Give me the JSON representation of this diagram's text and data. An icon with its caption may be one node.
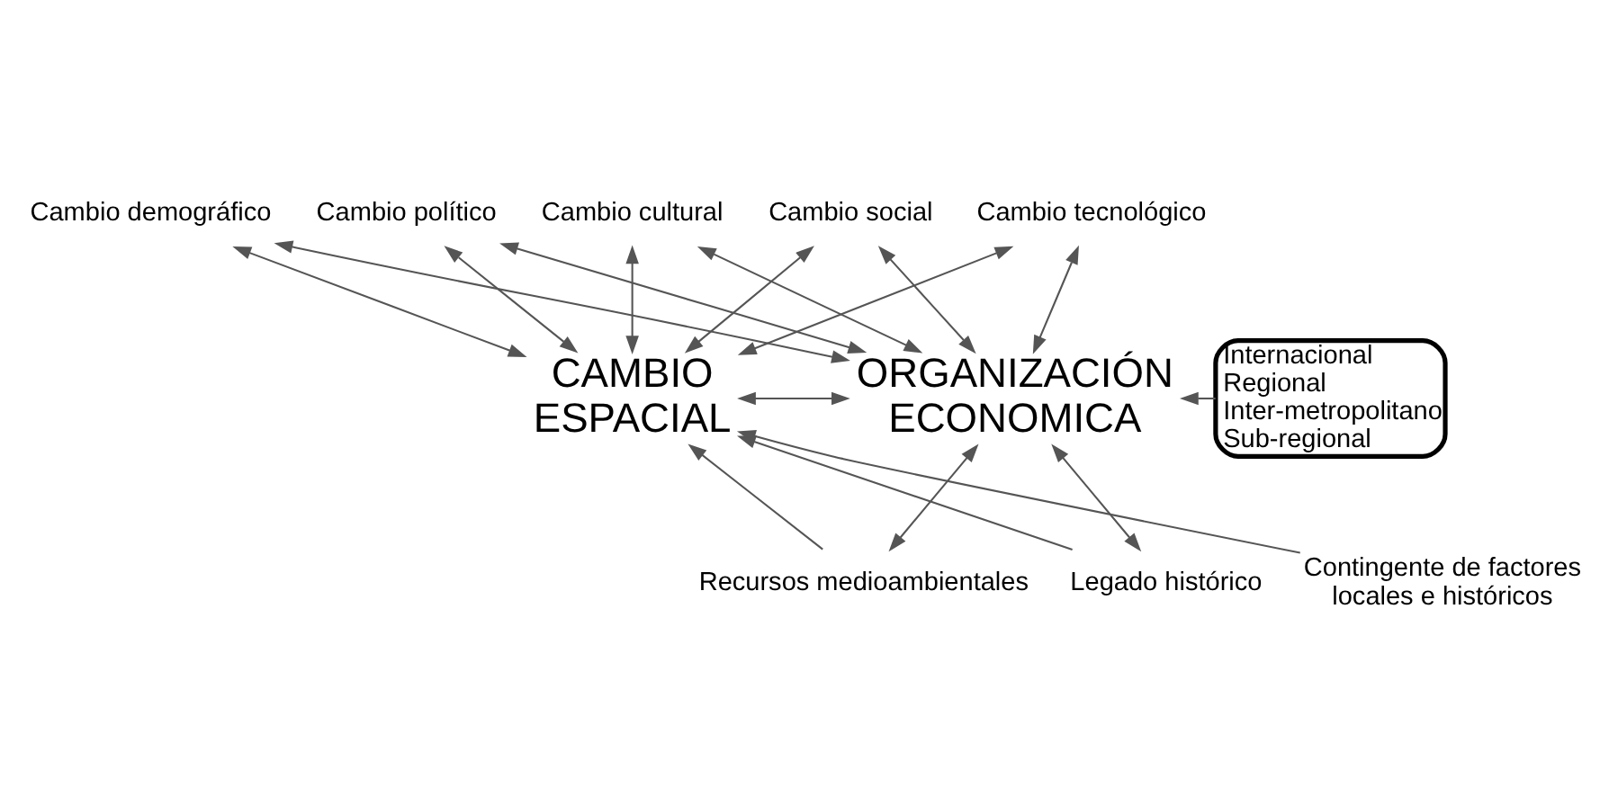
{
  "diagram": {
    "nodes": [
      {
        "text": [
          "Cambio demográfico"
        ]
      },
      {
        "text": [
          "Cambio político"
        ]
      },
      {
        "text": [
          "Cambio cultural"
        ]
      },
      {
        "text": [
          "Cambio social"
        ]
      },
      {
        "text": [
          "Cambio tecnológico"
        ]
      },
      {
        "text": [
          "ORGANIZACIÓN ECONOMICA"
        ]
      },
      {
        "text": [
          "CAMBIO ESPACIAL"
        ]
      },
      {
        "text": [
          "Internacional",
          "Regional",
          "Inter-metropolitano",
          "Sub-regional"
        ]
      },
      {
        "text": [
          "Recursos medioambientales"
        ]
      },
      {
        "text": [
          "Legado histórico"
        ]
      },
      {
        "text": [
          "Contingente de factores locales e históricos"
        ]
      }
    ],
    "edges": [
      {
        "from": 5,
        "to": 0,
        "arrow": "both"
      },
      {
        "from": 5,
        "to": 1,
        "arrow": "both"
      },
      {
        "from": 5,
        "to": 2,
        "arrow": "both"
      },
      {
        "from": 5,
        "to": 3,
        "arrow": "both"
      },
      {
        "from": 5,
        "to": 4,
        "arrow": "both"
      },
      {
        "from": 0,
        "to": 6,
        "arrow": "both"
      },
      {
        "from": 1,
        "to": 6,
        "arrow": "both"
      },
      {
        "from": 2,
        "to": 6,
        "arrow": "both"
      },
      {
        "from": 3,
        "to": 6,
        "arrow": "both"
      },
      {
        "from": 4,
        "to": 6,
        "arrow": "both"
      },
      {
        "from": 5,
        "to": 6,
        "arrow": "both"
      },
      {
        "from": 5,
        "to": 8,
        "arrow": "both"
      },
      {
        "from": 5,
        "to": 9,
        "arrow": "both"
      },
      {
        "from": 8,
        "to": 6,
        "arrow": "to"
      },
      {
        "from": 9,
        "to": 6,
        "arrow": "to"
      },
      {
        "from": 10,
        "to": 6,
        "arrow": "to"
      },
      {
        "from": 7,
        "to": 5,
        "arrow": "to"
      }
    ]
  }
}
